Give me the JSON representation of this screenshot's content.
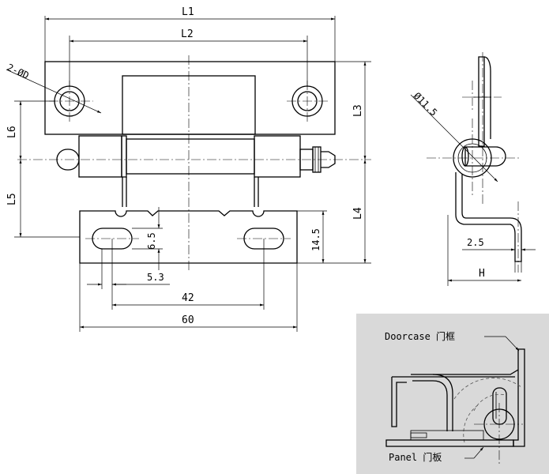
{
  "front_view": {
    "dim_L1": "L1",
    "dim_L2": "L2",
    "dim_L3": "L3",
    "dim_L4": "L4",
    "dim_L5": "L5",
    "dim_L6": "L6",
    "hole_callout": "2-ØD",
    "slot_height": "6.5",
    "slot_width": "5.3",
    "slot_pitch": "42",
    "leaf_width": "60",
    "leaf_height": "14.5"
  },
  "side_view": {
    "pin_diameter": "Ø11.5",
    "thickness": "2.5",
    "dim_H": "H"
  },
  "inset": {
    "doorcase_label": "Doorcase 门框",
    "panel_label": "Panel 门板",
    "background": "#d9d9d9"
  }
}
